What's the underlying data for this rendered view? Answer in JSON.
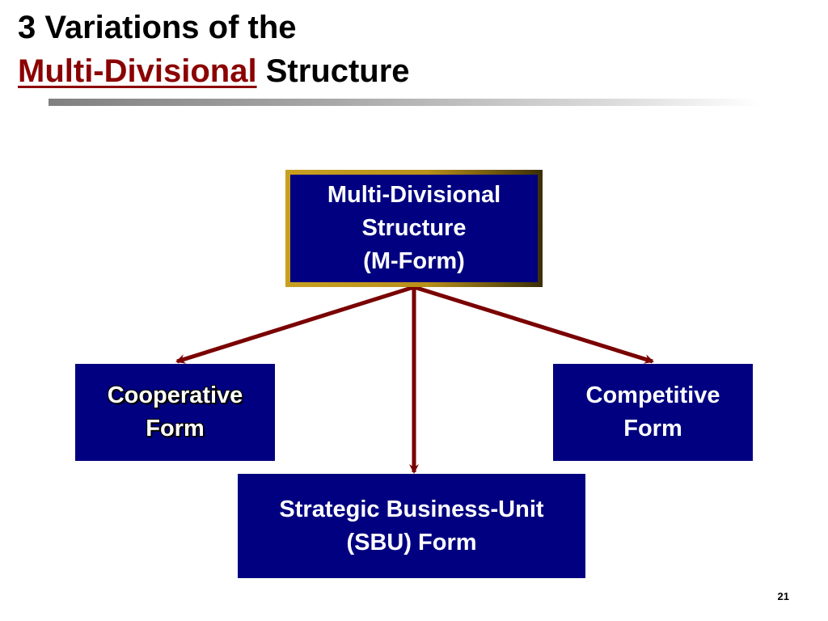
{
  "title": {
    "line1": "3 Variations of the",
    "line2_accent": "Multi-Divisional",
    "line2_rest": " Structure"
  },
  "root_box": {
    "lines": [
      "Multi-Divisional",
      "Structure",
      "(M-Form)"
    ]
  },
  "cooperative_box": {
    "lines": [
      "Cooperative",
      "Form"
    ]
  },
  "competitive_box": {
    "lines": [
      "Competitive",
      "Form"
    ]
  },
  "sbu_box": {
    "lines": [
      "Strategic Business-Unit",
      "(SBU) Form"
    ]
  },
  "page_number": "21",
  "colors": {
    "box_fill": "#000080",
    "box_text": "#ffffff",
    "accent_text": "#8b0000",
    "arrow": "#7a0000",
    "root_border_gold": "#c8a020"
  }
}
